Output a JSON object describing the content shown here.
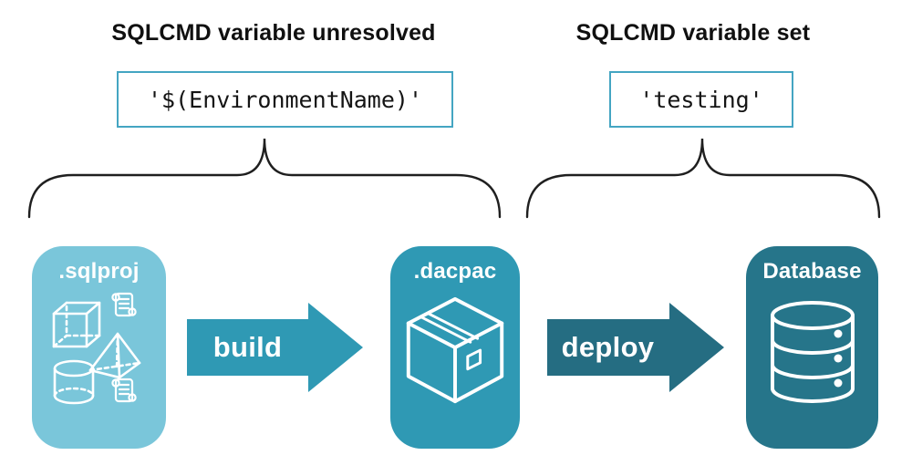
{
  "headings": {
    "left": "SQLCMD variable unresolved",
    "right": "SQLCMD variable set"
  },
  "code_boxes": {
    "left": "'$(EnvironmentName)'",
    "right": "'testing'"
  },
  "pipeline": {
    "sqlproj_label": ".sqlproj",
    "dacpac_label": ".dacpac",
    "database_label": "Database",
    "build_label": "build",
    "deploy_label": "deploy"
  },
  "icons": {
    "sqlproj": [
      "cube-icon",
      "scroll-icon",
      "pyramid-icon",
      "cylinder-icon",
      "scroll-icon"
    ],
    "dacpac": "package-icon",
    "database": "database-icon"
  },
  "colors": {
    "sqlproj_box": "#7AC6DA",
    "dacpac_box": "#2F99B4",
    "database_box": "#26758A",
    "build_arrow": "#2F99B4",
    "deploy_arrow": "#256D82",
    "code_box_border": "#44A5C2",
    "brace_stroke": "#1F1F1F",
    "text": "#101010",
    "icon_stroke": "#FFFFFF"
  }
}
